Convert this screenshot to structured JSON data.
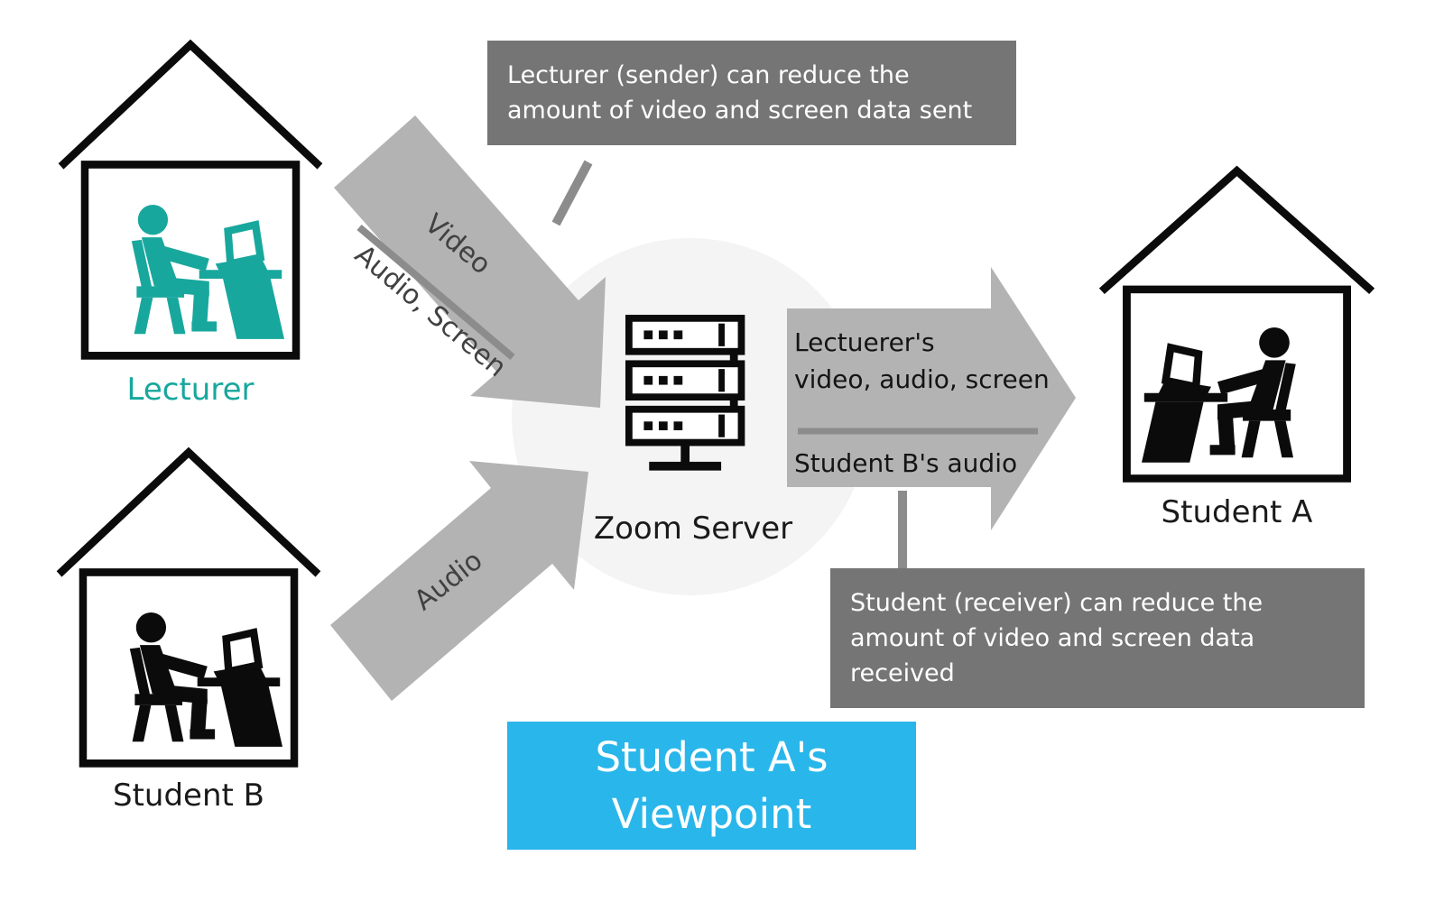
{
  "nodes": {
    "lecturer": {
      "label": "Lecturer"
    },
    "student_b": {
      "label": "Student B"
    },
    "student_a": {
      "label": "Student A"
    },
    "zoom_server": {
      "label": "Zoom Server"
    }
  },
  "flows": {
    "lecturer_to_server": {
      "video": "Video",
      "audio_screen": "Audio, Screen"
    },
    "student_b_to_server": {
      "audio": "Audio"
    },
    "server_to_student_a": {
      "top": "Lectuerer's\nvideo, audio, screen",
      "bottom": "Student B's audio"
    }
  },
  "callouts": {
    "sender": "Lecturer (sender) can reduce the\namount of video and screen data sent",
    "receiver": "Student (receiver) can reduce the\namount of video and screen data\nreceived"
  },
  "viewpoint_label": "Student A's\nViewpoint",
  "colors": {
    "teal": "#18A79D",
    "arrow_gray": "#B3B3B3",
    "divider_gray": "#8C8C8C",
    "callout_bg": "#757575",
    "viewpoint_bg": "#29B6EA",
    "halo_gray": "#F4F4F4",
    "icon_black": "#0B0B0B"
  }
}
